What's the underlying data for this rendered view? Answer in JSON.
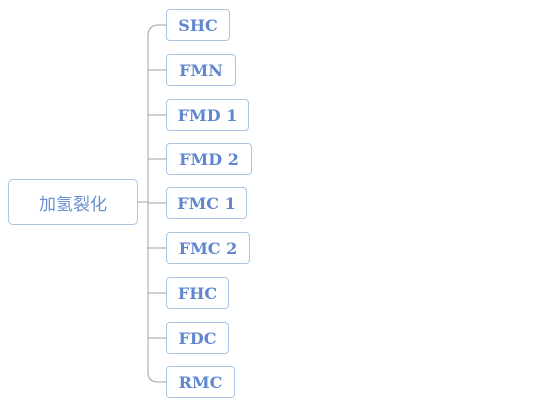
{
  "mindmap": {
    "root": "加氢裂化",
    "children": [
      "SHC",
      "FMN",
      "FMD 1",
      "FMD 2",
      "FMC 1",
      "FMC 2",
      "FHC",
      "FDC",
      "RMC"
    ]
  },
  "colors": {
    "node_border": "#a9c4e2",
    "connector": "#9aa3ad",
    "child_text": "#5f86cf",
    "root_text": "#6a8fcf",
    "background": "#ffffff"
  }
}
